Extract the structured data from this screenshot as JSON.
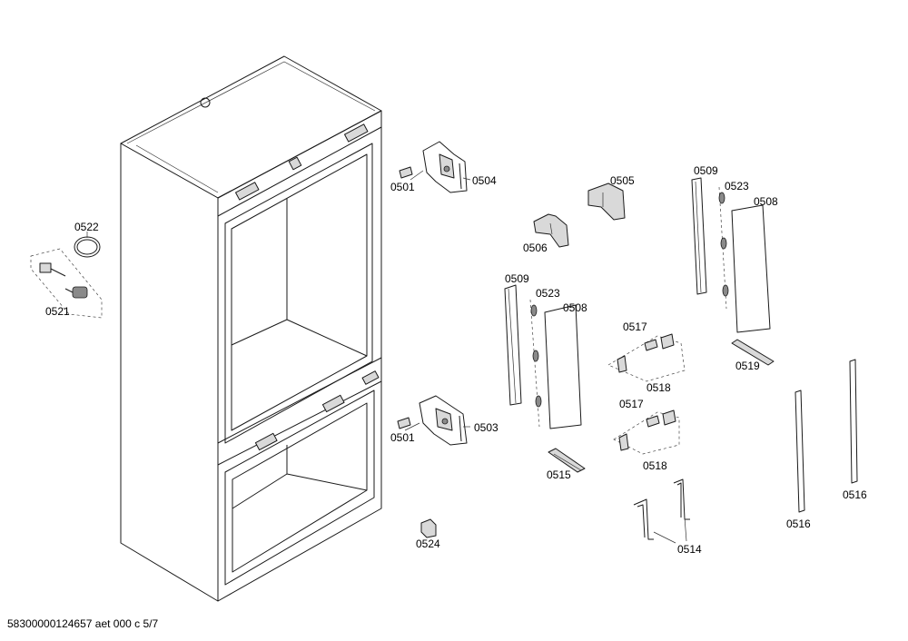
{
  "labels": {
    "p0501a": "0501",
    "p0504": "0504",
    "p0505": "0505",
    "p0506": "0506",
    "p0509a": "0509",
    "p0523a": "0523",
    "p0508a": "0508",
    "p0522": "0522",
    "p0521": "0521",
    "p0509b": "0509",
    "p0523b": "0523",
    "p0508b": "0508",
    "p0517a": "0517",
    "p0518a": "0518",
    "p0519": "0519",
    "p0517b": "0517",
    "p0518b": "0518",
    "p0501b": "0501",
    "p0503": "0503",
    "p0515": "0515",
    "p0524": "0524",
    "p0514": "0514",
    "p0516a": "0516",
    "p0516b": "0516"
  },
  "footer": {
    "reference": "58300000124657 aet 000 c 5/7"
  }
}
